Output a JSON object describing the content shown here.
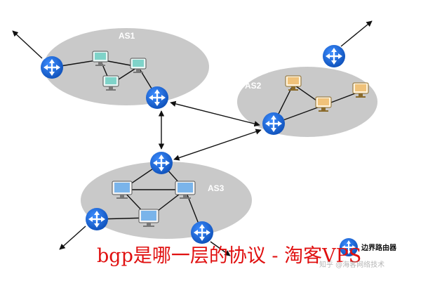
{
  "diagram": {
    "groups": [
      {
        "id": "as1",
        "label": "AS1"
      },
      {
        "id": "as2",
        "label": "AS2"
      },
      {
        "id": "as3",
        "label": "AS3"
      }
    ],
    "legend": {
      "label": "边界路由器"
    },
    "caption": "bgp是哪一层的协议 - 淘客VPS",
    "watermark": "知乎 @海客网络技术"
  },
  "colors": {
    "router_blue": "#1565d8",
    "cloud_gray": "#c9c9c9",
    "caption_red": "#e01010",
    "as1_host": "#7fd3c9",
    "as2_host": "#f0c27a",
    "as3_host": "#7ab4ea"
  },
  "icons": {
    "border_router": "router-icon",
    "internal_router": "monitor-icon"
  }
}
